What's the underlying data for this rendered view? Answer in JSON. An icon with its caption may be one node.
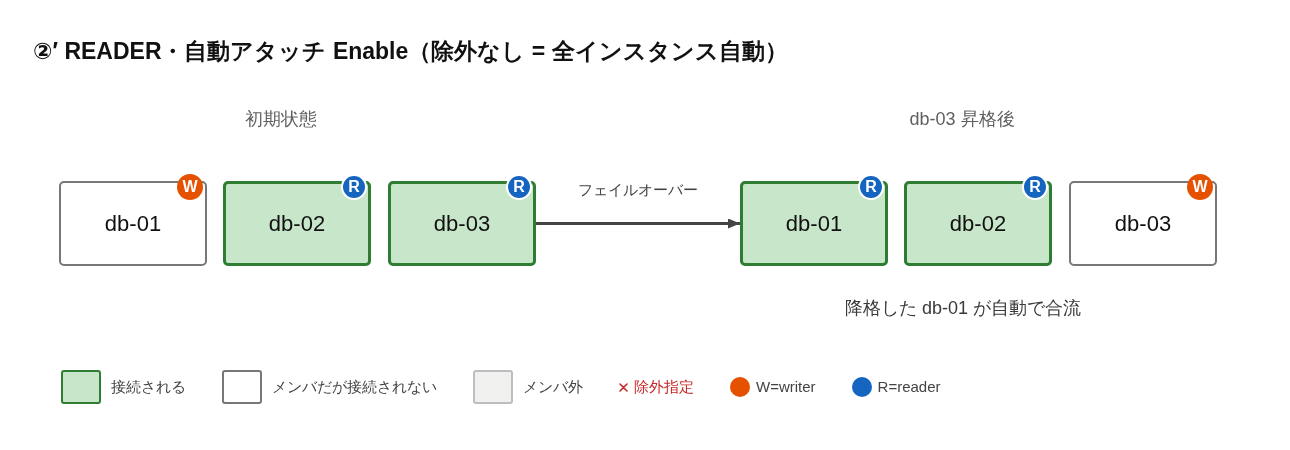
{
  "diagram": {
    "title": "②′ READER・自動アタッチ Enable（除外なし = 全インスタンス自動）",
    "nodes": [
      {
        "text": [
          "db-01"
        ]
      },
      {
        "text": [
          "W"
        ]
      },
      {
        "text": [
          "db-02"
        ]
      },
      {
        "text": [
          "R"
        ]
      },
      {
        "text": [
          "db-03"
        ]
      },
      {
        "text": [
          "R"
        ]
      },
      {
        "text": [
          "db-01"
        ]
      },
      {
        "text": [
          "R"
        ]
      },
      {
        "text": [
          "db-02"
        ]
      },
      {
        "text": [
          "R"
        ]
      },
      {
        "text": [
          "db-03"
        ]
      },
      {
        "text": [
          "W"
        ]
      }
    ],
    "edges": [
      {
        "from": 4,
        "to": 6,
        "arrow": "to",
        "label": "フェイルオーバー"
      }
    ],
    "labels": [
      "初期状態",
      "db-03 昇格後",
      "降格した db-01 が自動で合流"
    ],
    "legend": [
      {
        "text": "接続される",
        "color": "#c8e6c9"
      },
      {
        "text": "メンバだが接続されない",
        "color": "#ffffff"
      },
      {
        "text": "メンバ外",
        "color": "#f0f0ee"
      },
      {
        "text": "除外指定"
      },
      {
        "text": "W=writer",
        "color": "#e65100"
      },
      {
        "text": "R=reader",
        "color": "#1565c0"
      }
    ]
  }
}
